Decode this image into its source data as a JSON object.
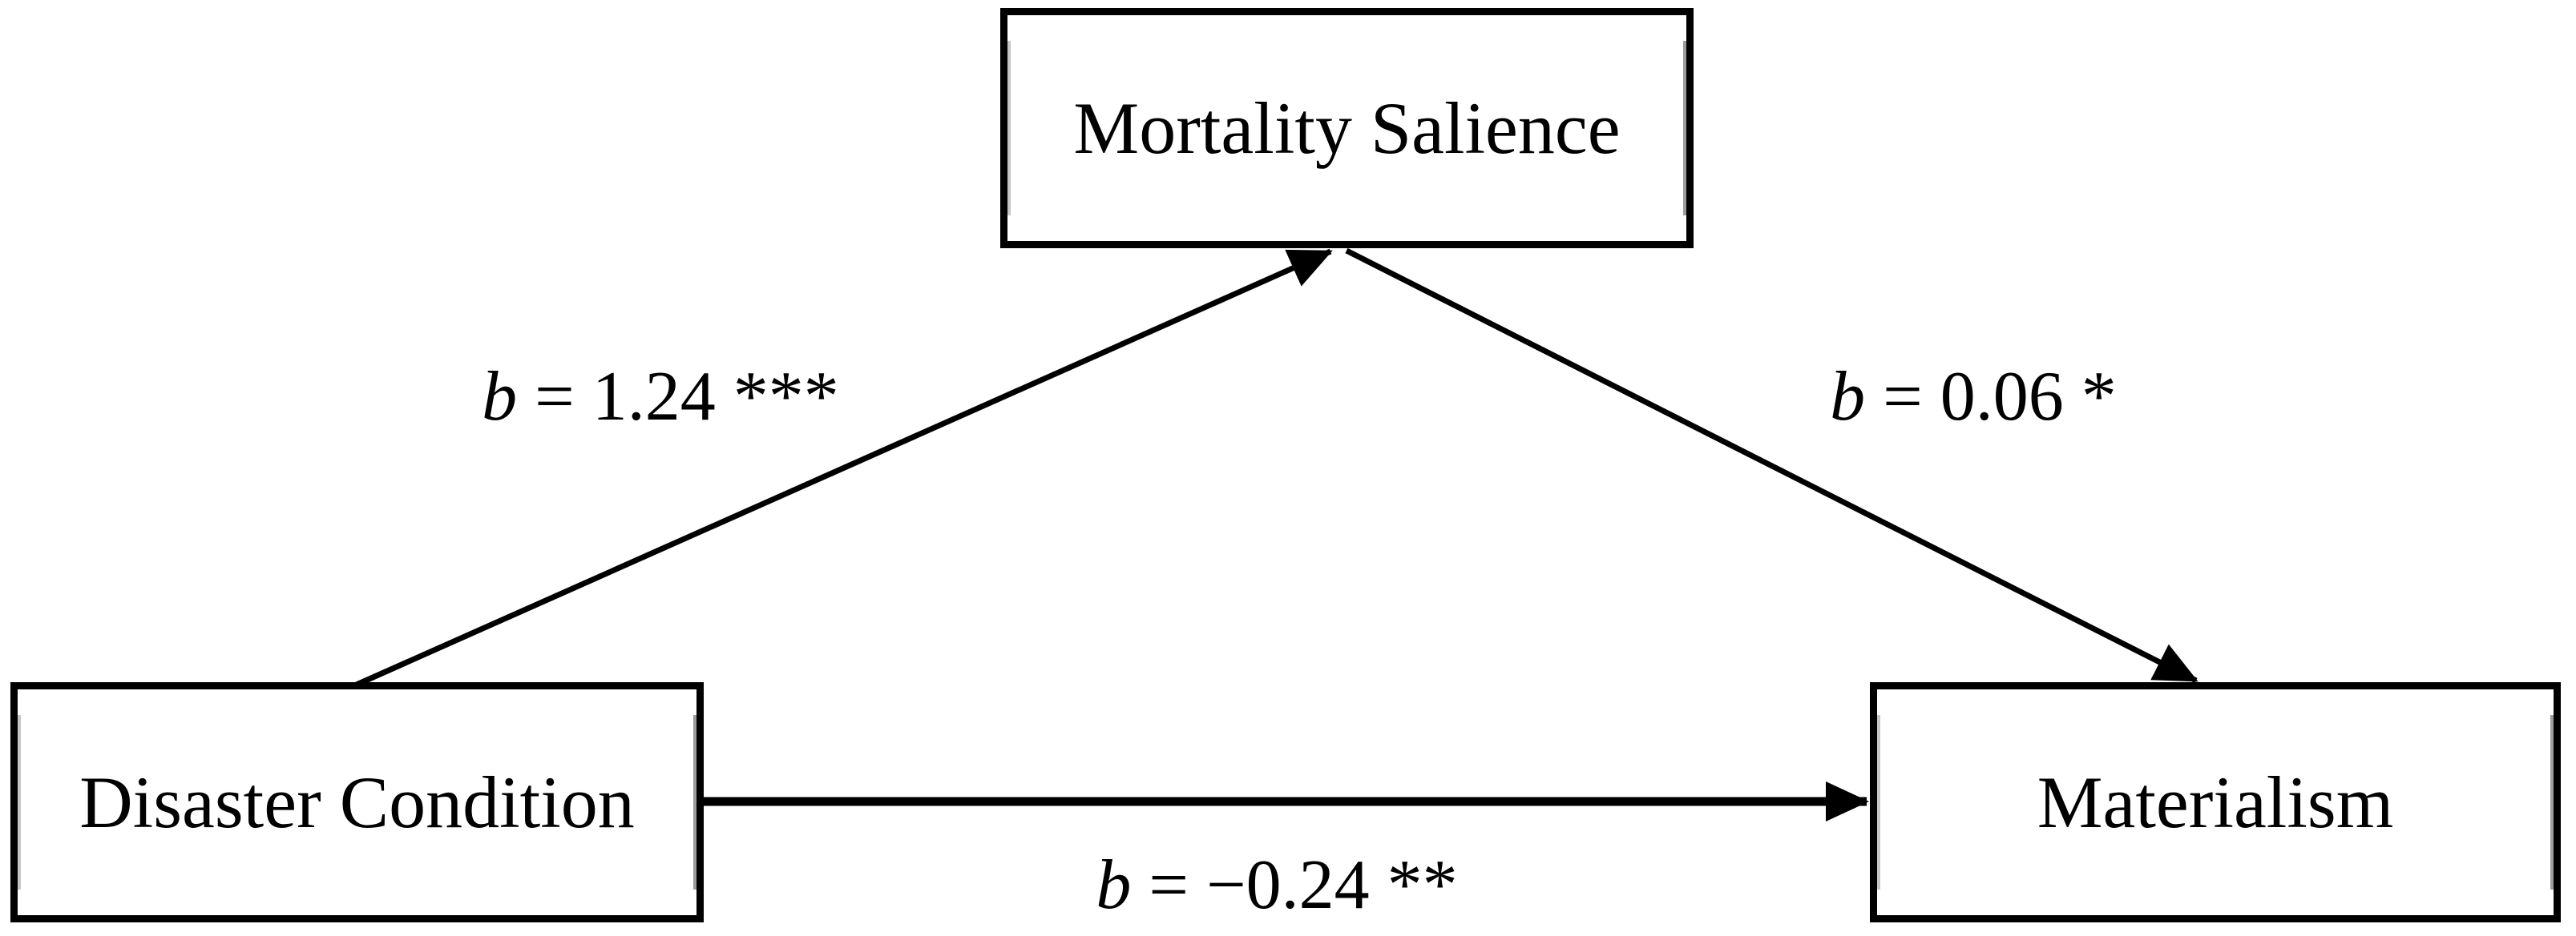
{
  "diagram": {
    "boxes": {
      "mediator": {
        "label": "Mortality Salience"
      },
      "predictor": {
        "label": "Disaster Condition"
      },
      "outcome": {
        "label": "Materialism"
      }
    },
    "paths": {
      "a": {
        "from": "Disaster Condition",
        "to": "Mortality Salience",
        "symbol": "b",
        "value": "= 1.24 ***",
        "coefficient": 1.24,
        "significance": "***"
      },
      "b": {
        "from": "Mortality Salience",
        "to": "Materialism",
        "symbol": "b",
        "value": "= 0.06 *",
        "coefficient": 0.06,
        "significance": "*"
      },
      "c": {
        "from": "Disaster Condition",
        "to": "Materialism",
        "symbol": "b",
        "value": "= −0.24 **",
        "coefficient": -0.24,
        "significance": "**"
      }
    },
    "colors": {
      "background": "#ffffff",
      "box_fill": "#ffffff",
      "box_border": "#000000",
      "line": "#000000"
    }
  }
}
